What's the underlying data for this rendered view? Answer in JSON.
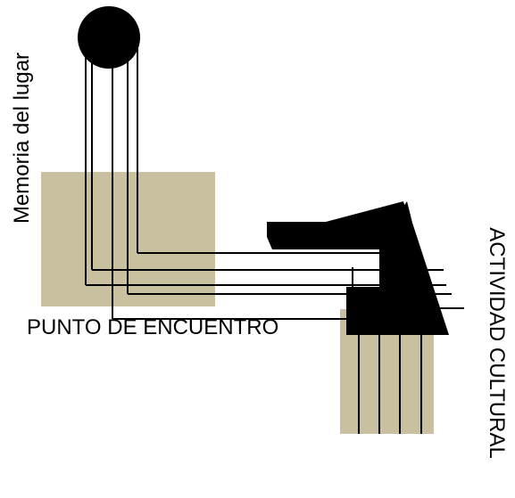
{
  "labels": {
    "memoria": "Memoria del lugar",
    "punto": "PUNTO DE ENCUENTRO",
    "actividad": "ACTIVIDAD CULTURAL"
  },
  "colors": {
    "background": "#ffffff",
    "shape_fill": "#000000",
    "block_fill": "#c8c09f",
    "line": "#000000"
  }
}
